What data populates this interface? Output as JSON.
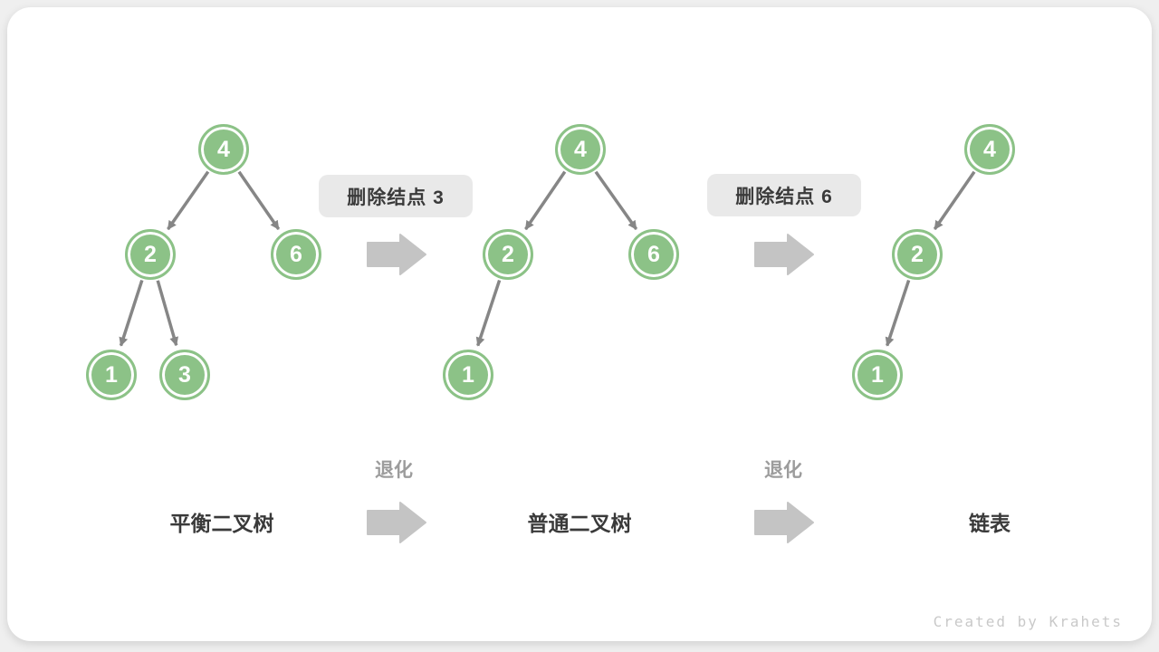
{
  "figure": {
    "description_texts": {
      "operation_1": "删除结点 3",
      "operation_2": "删除结点 6",
      "transition_1": "退化",
      "transition_2": "退化",
      "stage_1": "平衡二叉树",
      "stage_2": "普通二叉树",
      "stage_3": "链表"
    }
  },
  "operations": [
    {
      "label": "删除结点 3"
    },
    {
      "label": "删除结点 6"
    }
  ],
  "transitions": [
    {
      "label": "退化"
    },
    {
      "label": "退化"
    }
  ],
  "stages": [
    {
      "caption": "平衡二叉树"
    },
    {
      "caption": "普通二叉树"
    },
    {
      "caption": "链表"
    }
  ],
  "trees": [
    {
      "nodes": [
        {
          "value": "4"
        },
        {
          "value": "2"
        },
        {
          "value": "6"
        },
        {
          "value": "1"
        },
        {
          "value": "3"
        }
      ],
      "edges": [
        [
          "4",
          "2"
        ],
        [
          "4",
          "6"
        ],
        [
          "2",
          "1"
        ],
        [
          "2",
          "3"
        ]
      ]
    },
    {
      "nodes": [
        {
          "value": "4"
        },
        {
          "value": "2"
        },
        {
          "value": "6"
        },
        {
          "value": "1"
        }
      ],
      "edges": [
        [
          "4",
          "2"
        ],
        [
          "4",
          "6"
        ],
        [
          "2",
          "1"
        ]
      ]
    },
    {
      "nodes": [
        {
          "value": "4"
        },
        {
          "value": "2"
        },
        {
          "value": "1"
        }
      ],
      "edges": [
        [
          "4",
          "2"
        ],
        [
          "2",
          "1"
        ]
      ]
    }
  ],
  "colors": {
    "node_green": "#8CC287",
    "edge_gray": "#868686",
    "block_arrow_gray": "#C4C4C4",
    "label_box_bg": "#E9E9E9",
    "text_dark": "#3A3A3A",
    "text_gray": "#9C9C9C",
    "watermark_gray": "#C9C9C9",
    "panel_bg": "#FFFFFF",
    "page_bg": "#EFEFEF"
  },
  "watermark": "Created by Krahets"
}
